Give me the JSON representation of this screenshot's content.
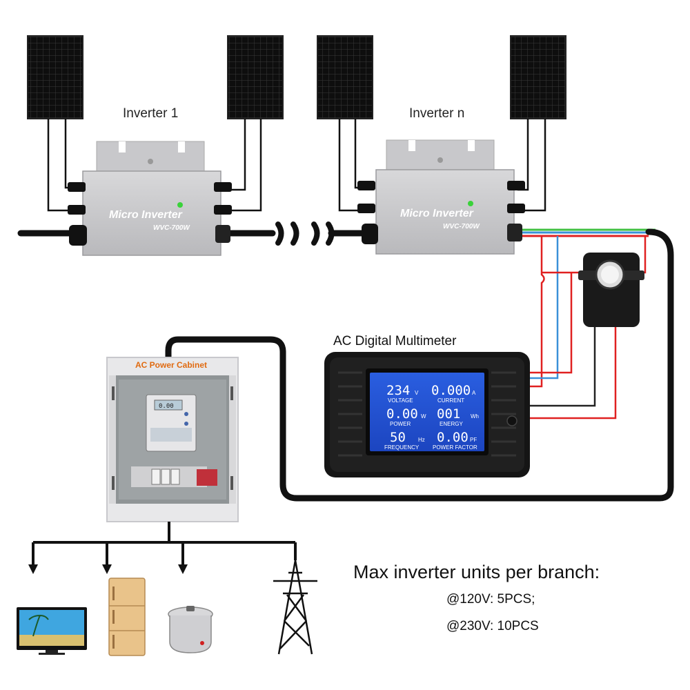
{
  "labels": {
    "inverter_1": "Inverter 1",
    "inverter_n": "Inverter n",
    "ac_multimeter": "AC Digital Multimeter",
    "ac_cabinet": "AC Power Cabinet"
  },
  "inverter": {
    "brand": "Micro Inverter",
    "model": "WVC-700W"
  },
  "meter_display": {
    "voltage_value": "234",
    "voltage_unit": "V",
    "voltage_label": "VOLTAGE",
    "current_value": "0.000",
    "current_unit": "A",
    "current_label": "CURRENT",
    "power_value": "0.00",
    "power_unit": "W",
    "power_label": "POWER",
    "energy_value": "001",
    "energy_unit": "Wh",
    "energy_label": "ENERGY",
    "frequency_value": "50",
    "frequency_unit": "Hz",
    "frequency_label": "FREQUENCY",
    "pf_value": "0.00",
    "pf_unit": "PF",
    "pf_label": "POWER FACTOR"
  },
  "cabinet_meter_reading": "0.00",
  "capacity_note": {
    "title": "Max inverter units per branch:",
    "line1": "@120V: 5PCS;",
    "line2": "@230V: 10PCS"
  },
  "colors": {
    "panel": "#0d0d0d",
    "inverter_body": "#cfcfd1",
    "inverter_text": "#ffffff",
    "lcd_bg": "#1e4fd0",
    "lcd_text": "#ffffff",
    "wire_red": "#e02020",
    "wire_blue": "#3a90d8",
    "wire_green": "#40c040",
    "cabinet_title": "#e06a10"
  }
}
